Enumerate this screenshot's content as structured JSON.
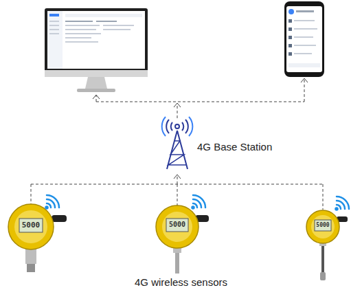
{
  "diagram": {
    "nodes": [
      {
        "text": [
          "4G Base Station"
        ]
      },
      {
        "text": [
          "4G wireless sensors"
        ]
      }
    ],
    "edges": [
      {
        "from": 1,
        "to": 0,
        "arrow": "to"
      }
    ],
    "labels": [
      "5000",
      "5000",
      "5000"
    ]
  }
}
